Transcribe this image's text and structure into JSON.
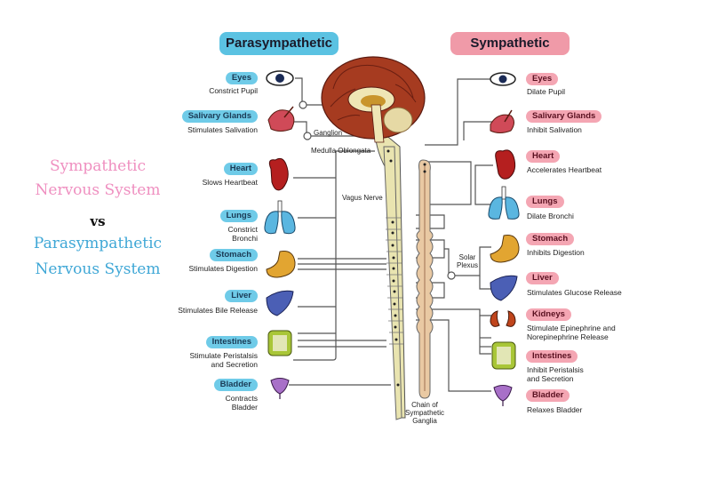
{
  "title": {
    "line1": "Sympathetic",
    "line2": "Nervous System",
    "vs": "vs",
    "line3": "Parasympathetic",
    "line4": "Nervous System"
  },
  "colors": {
    "sympathetic_accent": "#f09aa8",
    "parasympathetic_accent": "#5bc2e2",
    "title_pink": "#ef8fc0",
    "title_blue": "#3fa7d6"
  },
  "parasympathetic": {
    "header": "Parasympathetic",
    "organs": [
      {
        "name": "Eyes",
        "effect": [
          "Constrict Pupil"
        ],
        "icon": "eye-icon"
      },
      {
        "name": "Salivary Glands",
        "effect": [
          "Stimulates Salivation"
        ],
        "icon": "salivary-gland-icon"
      },
      {
        "name": "Heart",
        "effect": [
          "Slows Heartbeat"
        ],
        "icon": "heart-icon"
      },
      {
        "name": "Lungs",
        "effect": [
          "Constrict",
          "Bronchi"
        ],
        "icon": "lungs-icon"
      },
      {
        "name": "Stomach",
        "effect": [
          "Stimulates Digestion"
        ],
        "icon": "stomach-icon"
      },
      {
        "name": "Liver",
        "effect": [
          "Stimulates Bile Release"
        ],
        "icon": "liver-icon"
      },
      {
        "name": "Intestines",
        "effect": [
          "Stimulate Peristalsis",
          "and Secretion"
        ],
        "icon": "intestines-icon"
      },
      {
        "name": "Bladder",
        "effect": [
          "Contracts",
          "Bladder"
        ],
        "icon": "bladder-icon"
      }
    ]
  },
  "sympathetic": {
    "header": "Sympathetic",
    "organs": [
      {
        "name": "Eyes",
        "effect": [
          "Dilate Pupil"
        ],
        "icon": "eye-icon"
      },
      {
        "name": "Salivary Glands",
        "effect": [
          "Inhibit Salivation"
        ],
        "icon": "salivary-gland-icon"
      },
      {
        "name": "Heart",
        "effect": [
          "Accelerates Heartbeat"
        ],
        "icon": "heart-icon"
      },
      {
        "name": "Lungs",
        "effect": [
          "Dilate Bronchi"
        ],
        "icon": "lungs-icon"
      },
      {
        "name": "Stomach",
        "effect": [
          "Inhibits Digestion"
        ],
        "icon": "stomach-icon"
      },
      {
        "name": "Liver",
        "effect": [
          "Stimulates Glucose Release"
        ],
        "icon": "liver-icon"
      },
      {
        "name": "Kidneys",
        "effect": [
          "Stimulate Epinephrine and",
          "Norepinephrine Release"
        ],
        "icon": "kidneys-icon"
      },
      {
        "name": "Intestines",
        "effect": [
          "Inhibit Peristalsis",
          "and Secretion"
        ],
        "icon": "intestines-icon"
      },
      {
        "name": "Bladder",
        "effect": [
          "Relaxes Bladder"
        ],
        "icon": "bladder-icon"
      }
    ]
  },
  "labels": {
    "ganglion": "Ganglion",
    "medulla": "Medulla Oblongata",
    "vagus": "Vagus Nerve",
    "solar1": "Solar",
    "solar2": "Plexus",
    "chain1": "Chain of",
    "chain2": "Sympathetic",
    "chain3": "Ganglia"
  }
}
